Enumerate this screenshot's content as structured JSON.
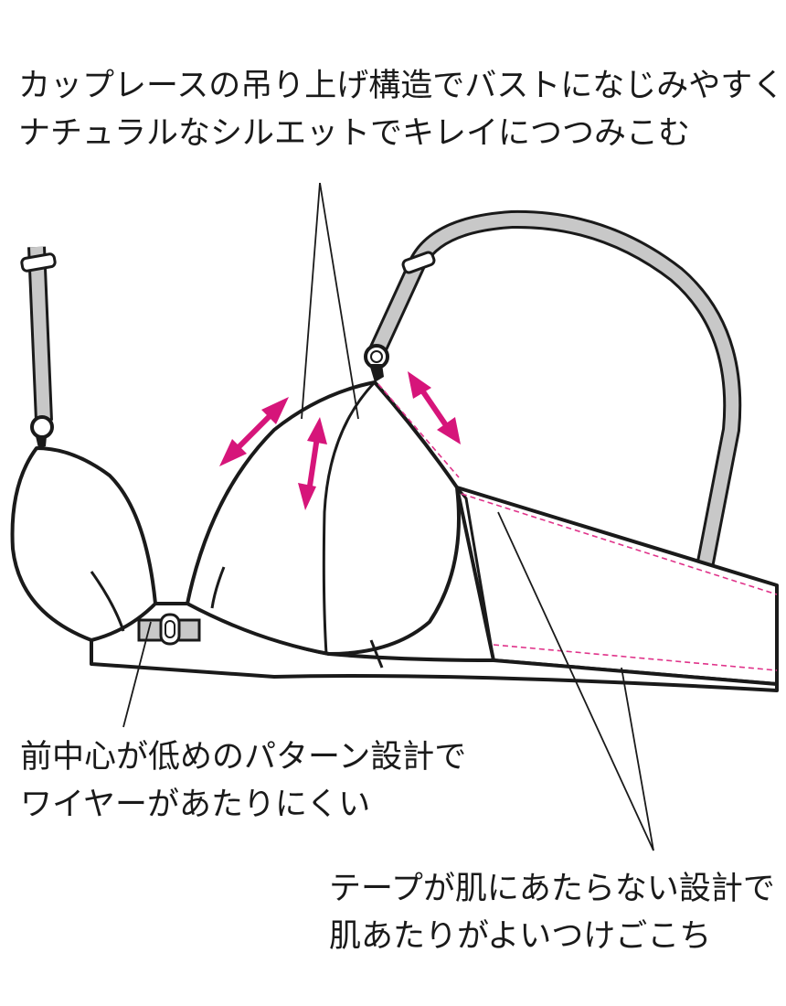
{
  "callouts": {
    "top": {
      "line1": "カップレースの吊り上げ構造でバストになじみやすく",
      "line2": "ナチュラルなシルエットでキレイにつつみこむ"
    },
    "center_front": {
      "line1": "前中心が低めのパターン設計で",
      "line2": "ワイヤーがあたりにくい"
    },
    "tape": {
      "line1": "テープが肌にあたらない設計で",
      "line2": "肌あたりがよいつけごこち"
    }
  },
  "colors": {
    "outline": "#1a1a1a",
    "strap_fill": "#c8c8c8",
    "arrow_accent": "#d6157a",
    "stitch_line": "#e0338a",
    "background": "#ffffff"
  }
}
